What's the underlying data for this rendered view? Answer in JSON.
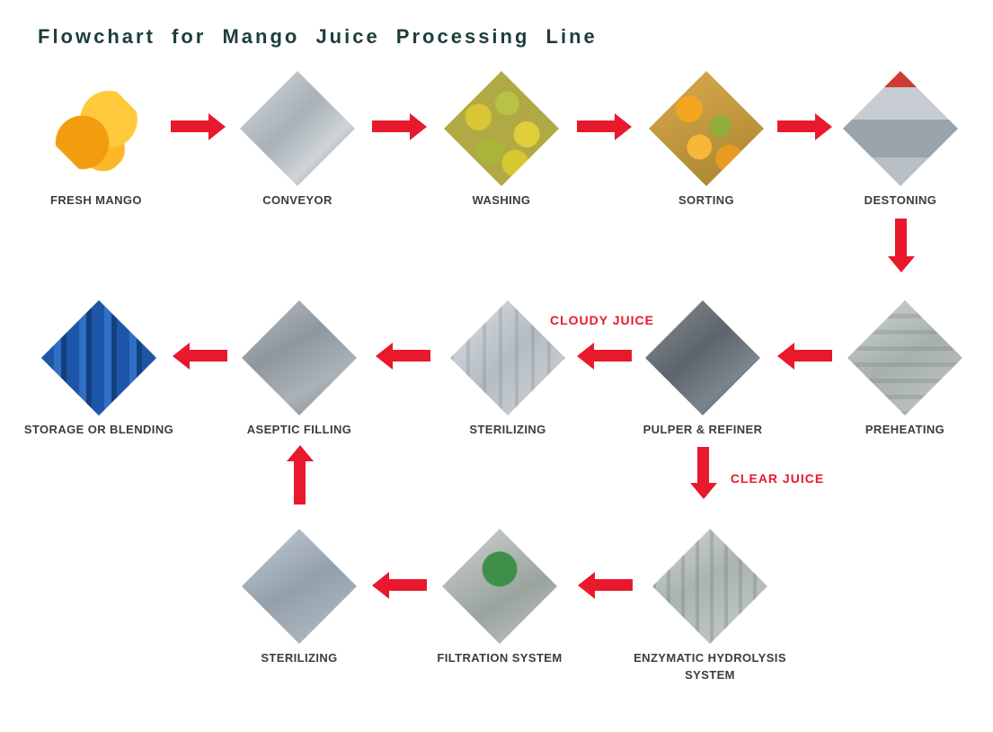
{
  "title": "Flowchart for Mango Juice Processing Line",
  "colors": {
    "arrow_red": "#e8192c",
    "stream_red": "#e8192c",
    "title_ink": "#1e3d3d",
    "label_ink": "#3c3c3c"
  },
  "steps": [
    {
      "id": "fresh-mango",
      "label": "FRESH MANGO",
      "photo": "fresh-mangoes-on-white"
    },
    {
      "id": "conveyor",
      "label": "CONVEYOR",
      "photo": "stainless-steel-conveyor"
    },
    {
      "id": "washing",
      "label": "WASHING",
      "photo": "mangoes-in-washing-water"
    },
    {
      "id": "sorting",
      "label": "SORTING",
      "photo": "hand-sorting-mangoes"
    },
    {
      "id": "destoning",
      "label": "DESTONING",
      "photo": "destoning-machine"
    },
    {
      "id": "preheating",
      "label": "PREHEATING",
      "photo": "preheater-unit"
    },
    {
      "id": "pulper-refiner",
      "label": "PULPER & REFINER",
      "photo": "pulper-refiner-machine"
    },
    {
      "id": "sterilizing-upper",
      "label": "STERILIZING",
      "photo": "sterilizer-line"
    },
    {
      "id": "aseptic-filling",
      "label": "ASEPTIC FILLING",
      "photo": "aseptic-filling-machine"
    },
    {
      "id": "storage-or-blending",
      "label": "STORAGE OR BLENDING",
      "photo": "blue-storage-drums"
    },
    {
      "id": "enzymatic-hydrolysis-system",
      "label": "ENZYMATIC HYDROLYSIS SYSTEM",
      "photo": "enzymatic-hydrolysis-plant"
    },
    {
      "id": "filtration-system",
      "label": "FILTRATION SYSTEM",
      "photo": "filtration-separator"
    },
    {
      "id": "sterilizing-lower",
      "label": "STERILIZING",
      "photo": "sterilizer-unit"
    }
  ],
  "annotations": {
    "cloudy": "CLOUDY JUICE",
    "clear": "CLEAR JUICE"
  }
}
